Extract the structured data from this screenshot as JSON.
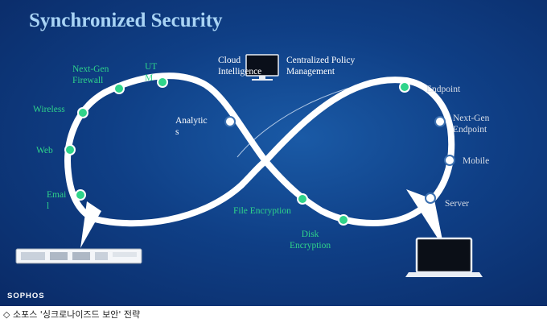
{
  "title": "Synchronized Security",
  "brand": "SOPHOS",
  "caption": "◇ 소포스 '싱크로나이즈드 보안' 전략",
  "colors": {
    "background": "#0f3f86",
    "title": "#a9d4f5",
    "network_labels": "#2fd48a",
    "endpoint_labels": "#d7dde6",
    "loop": "#ffffff"
  },
  "top": {
    "cloud_intelligence": "Cloud\nIntelligence",
    "centralized_policy": "Centralized Policy\nManagement"
  },
  "network_nodes": {
    "next_gen_firewall": "Next-Gen\nFirewall",
    "utm": "UT\nM",
    "wireless": "Wireless",
    "web": "Web",
    "email": "Emai\nl"
  },
  "center_nodes": {
    "analytics": "Analytic\ns",
    "file_encryption": "File Encryption",
    "disk_encryption": "Disk\nEncryption"
  },
  "endpoint_nodes": {
    "endpoint": "Endpoint",
    "next_gen_endpoint": "Next-Gen\nEndpoint",
    "mobile": "Mobile",
    "server": "Server"
  },
  "icons": [
    "monitor-icon",
    "firewall-appliance-icon",
    "laptop-icon"
  ]
}
